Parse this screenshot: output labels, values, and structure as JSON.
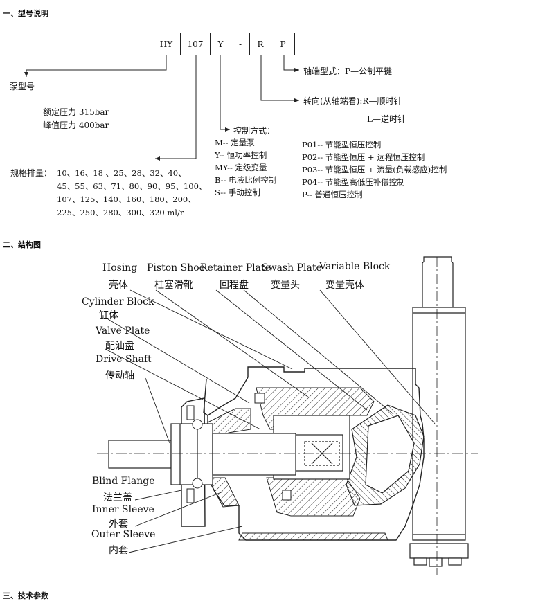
{
  "sections": {
    "model": "一、型号说明",
    "structure": "二、结构图",
    "params": "三、技术参数"
  },
  "model_code": {
    "boxes": [
      "HY",
      "107",
      "Y",
      "-",
      "R",
      "P"
    ],
    "pump_model": "泵型号",
    "rated_pressure": "额定压力 315bar",
    "peak_pressure": "峰值压力 400bar",
    "displacement_label": "规格排量：",
    "displacement_lines": [
      "10、16、18 、25、28、32、40、",
      "45、55、63、71、80、90、95、100、",
      "107、125、140、160、180、200、",
      "225、250、280、300、320 ml/r"
    ],
    "shaft_type": "轴端型式：P—公制平键",
    "rotation_r": "转向(从轴端看):R—顺时针",
    "rotation_l": "L—逆时针",
    "control_title": "控制方式：",
    "control_modes": [
      "M-- 定量泵",
      "Y-- 恒功率控制",
      "MY-- 定级变量",
      "B-- 电液比例控制",
      "S-- 手动控制"
    ],
    "p_modes": [
      "P01-- 节能型恒压控制",
      "P02-- 节能型恒压 + 远程恒压控制",
      "P03-- 节能型恒压 + 流量(负载感应)控制",
      "P04-- 节能型高低压补偿控制",
      "P-- 普通恒压控制"
    ]
  },
  "structure_labels": {
    "housing_en": "Hosing",
    "housing_cn": "壳体",
    "piston_en": "Piston Shoe",
    "piston_cn": "柱塞滑靴",
    "retainer_en": "Retainer Plate",
    "retainer_cn": "回程盘",
    "swash_en": "Swash Plate",
    "swash_cn": "变量头",
    "variable_en": "Variable Block",
    "variable_cn": "变量壳体",
    "cylinder_en": "Cylinder Block",
    "cylinder_cn": "缸体",
    "valve_en": "Valve Plate",
    "valve_cn": "配油盘",
    "drive_en": "Drive Shaft",
    "drive_cn": "传动轴",
    "blind_en": "Blind Flange",
    "blind_cn": "法兰盖",
    "inner_en": "Inner Sleeve",
    "inner_cn": "外套",
    "outer_en": "Outer Sleeve",
    "outer_cn": "内套"
  }
}
